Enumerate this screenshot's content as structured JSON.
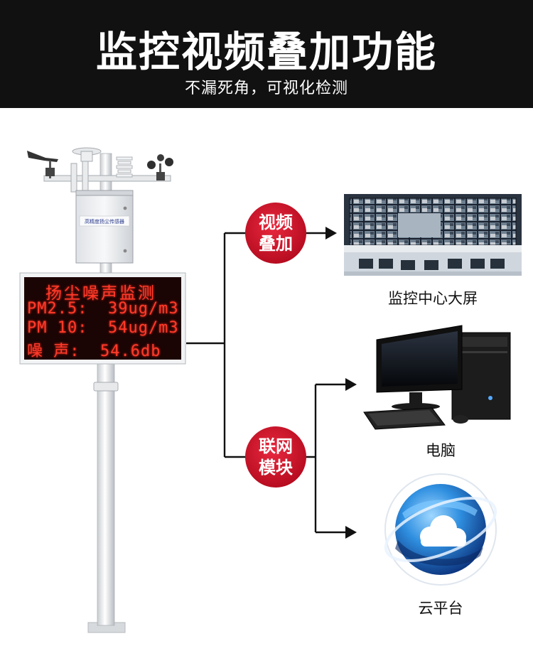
{
  "header": {
    "title": "监控视频叠加功能",
    "subtitle": "不漏死角，可视化检测"
  },
  "station": {
    "sensor_box_label": "高精度扬尘传感器",
    "display": {
      "heading": "扬尘噪声监测",
      "lines": [
        "PM2.5:  39ug/m3",
        "PM 10:  54ug/m3",
        "噪 声:  54.6db"
      ]
    }
  },
  "badges": {
    "video_overlay": [
      "视频",
      "叠加"
    ],
    "network_module": [
      "联网",
      "模块"
    ]
  },
  "targets": {
    "monitor_wall": "监控中心大屏",
    "computer": "电脑",
    "cloud": "云平台"
  },
  "colors": {
    "banner_bg": "#111111",
    "badge_red": "#d21028",
    "led_red": "#ff3b2a"
  }
}
